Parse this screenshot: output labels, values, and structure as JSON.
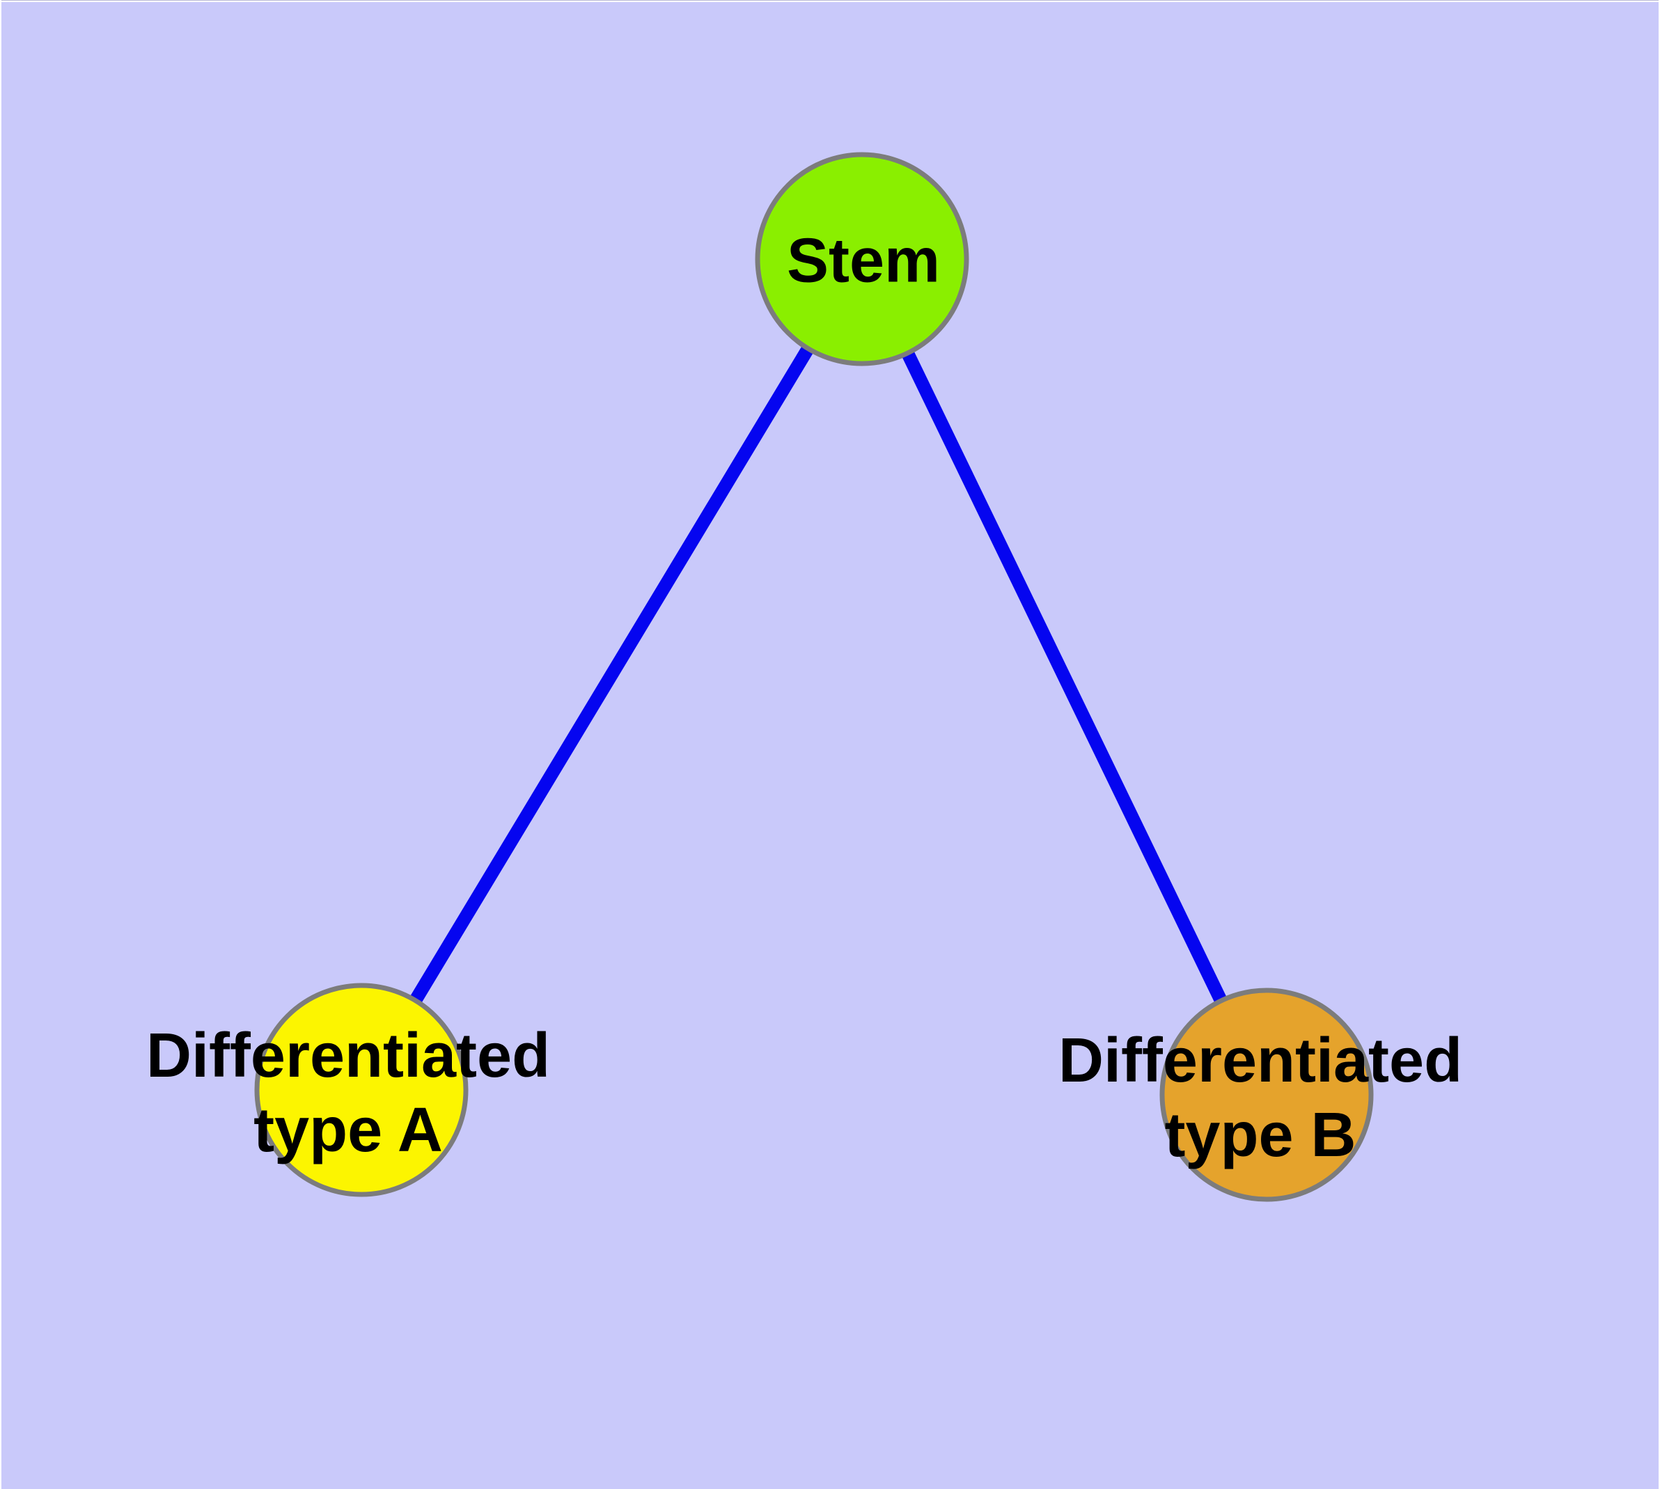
{
  "diagram": {
    "type": "graph",
    "background_color": "#C9C9FA",
    "edge_color": "#0505F0",
    "node_border_color": "#7C7C7C",
    "text_color": "#000000",
    "nodes": [
      {
        "id": "stem",
        "label": "Stem",
        "lines": [
          "Stem"
        ],
        "fill": "#8AEF00"
      },
      {
        "id": "differentiated-type-a",
        "label": "Differentiated type A",
        "lines": [
          "Differentiated",
          "type A"
        ],
        "fill": "#FCF500"
      },
      {
        "id": "differentiated-type-b",
        "label": "Differentiated type B",
        "lines": [
          "Differentiated",
          "type B"
        ],
        "fill": "#E5A32C"
      }
    ],
    "edges": [
      {
        "from": "Stem",
        "to": "Differentiated type A"
      },
      {
        "from": "Stem",
        "to": "Differentiated type B"
      }
    ]
  }
}
